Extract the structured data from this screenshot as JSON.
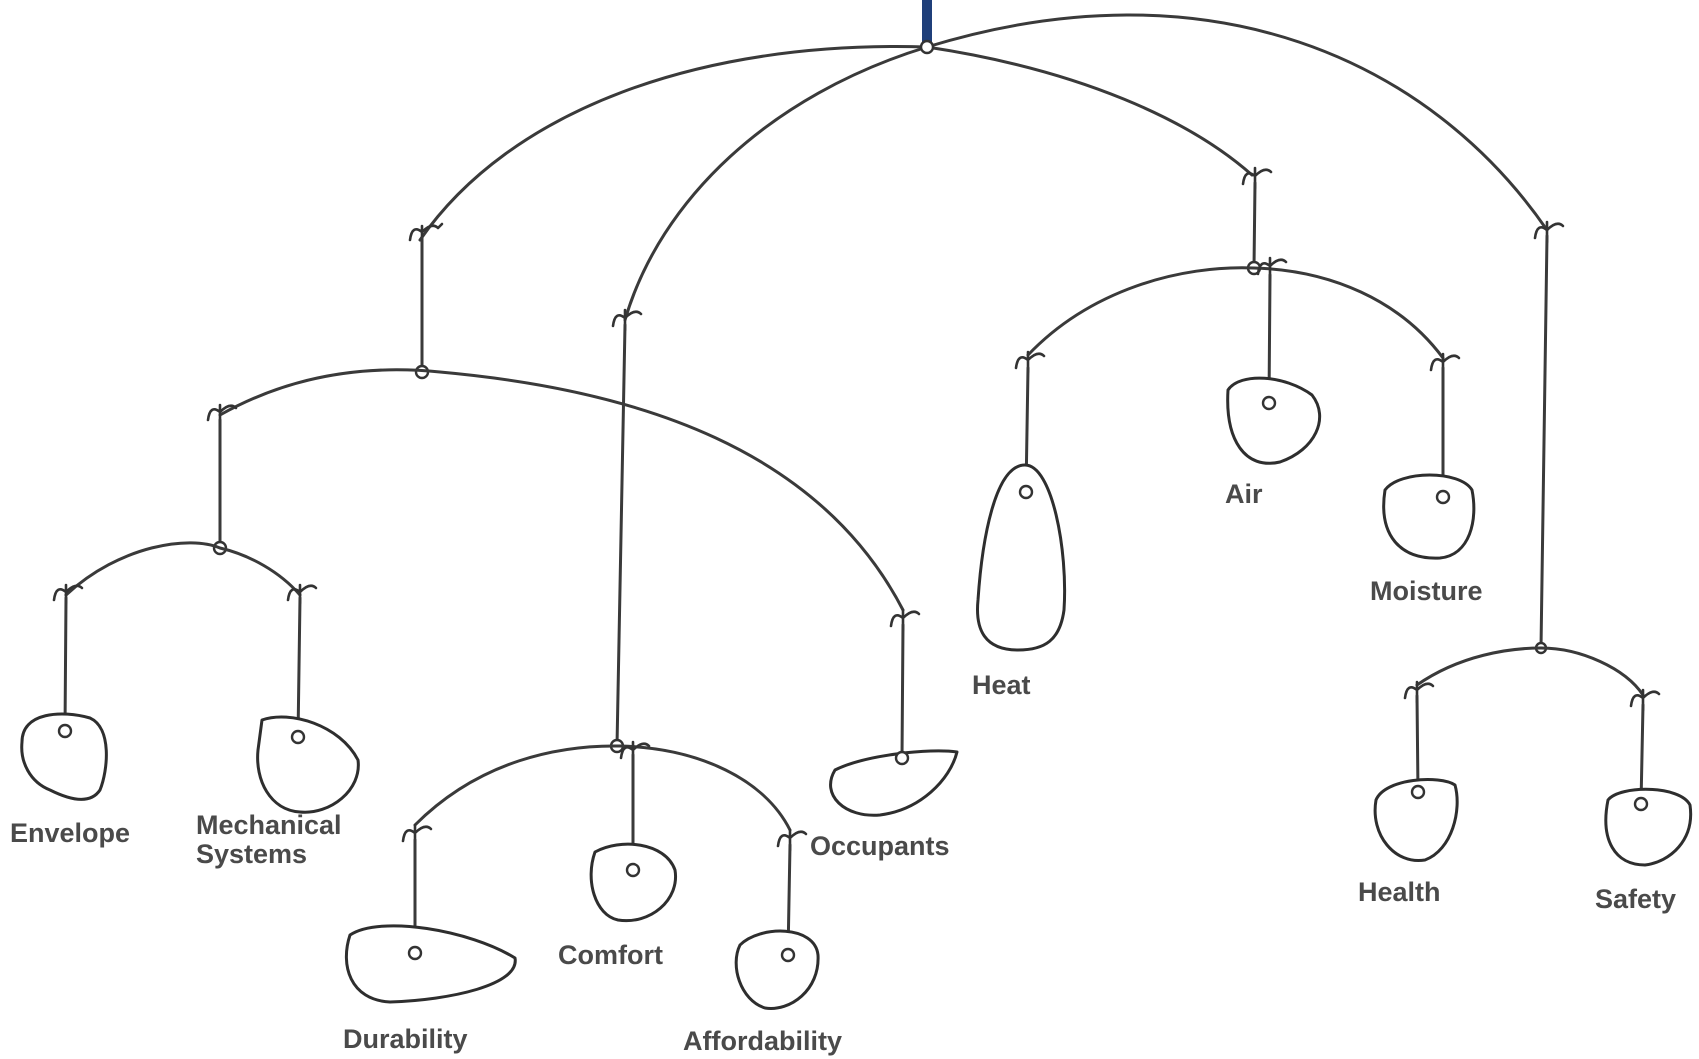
{
  "diagram": {
    "colors": {
      "hanger": "#1f3f7a",
      "line": "#3a3a3a",
      "label": "#4a4a4a"
    },
    "labels": {
      "envelope": "Envelope",
      "mechanical_line1": "Mechanical",
      "mechanical_line2": "Systems",
      "durability": "Durability",
      "comfort": "Comfort",
      "affordability": "Affordability",
      "occupants": "Occupants",
      "heat": "Heat",
      "air": "Air",
      "moisture": "Moisture",
      "health": "Health",
      "safety": "Safety"
    }
  }
}
